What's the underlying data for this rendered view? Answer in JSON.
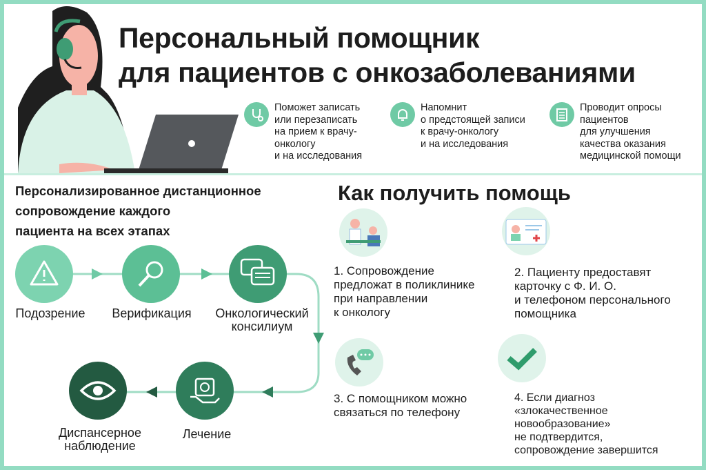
{
  "title": "Персональный помощник\nдля пациентов с онкозаболеваниями",
  "title_lines": [
    "Персональный помощник",
    "для пациентов с онкозаболеваниями"
  ],
  "features": [
    {
      "icon": "stethoscope-icon",
      "text": "Поможет записать\nили перезаписать\nна прием к врачу-\nонкологу\nи на исследования"
    },
    {
      "icon": "bell-icon",
      "text": "Напомнит\nо предстоящей записи\nк врачу-онкологу\nи на исследования"
    },
    {
      "icon": "clipboard-icon",
      "text": "Проводит опросы\nпациентов\nдля улучшения\nкачества оказания\nмедицинской помощи"
    }
  ],
  "subtitle": "Персонализированное дистанционное\nсопровождение каждого\nпациента на всех этапах",
  "steps": [
    {
      "label": "Подозрение",
      "icon": "warning-icon",
      "color": "#7dd3b0"
    },
    {
      "label": "Верификация",
      "icon": "magnifier-icon",
      "color": "#5cbf95"
    },
    {
      "label": "Онкологический\nконсилиум",
      "icon": "chat-bubbles-icon",
      "color": "#3f9c74"
    },
    {
      "label": "Лечение",
      "icon": "medical-kit-icon",
      "color": "#2f7d5b"
    },
    {
      "label": "Диспансерное\nнаблюдение",
      "icon": "eye-icon",
      "color": "#235a41"
    }
  ],
  "howto_title": "Как получить помощь",
  "howto": [
    {
      "text": "1. Сопровождение\nпредложат в поликлинике\nпри направлении\nк онкологу",
      "icon": "doctor-patient-icon"
    },
    {
      "text": "2. Пациенту предоставят\nкарточку с Ф. И. О.\nи телефоном персонального\nпомощника",
      "icon": "id-card-icon"
    },
    {
      "text": "3. С помощником можно\nсвязаться по телефону",
      "icon": "phone-icon"
    },
    {
      "text": "4. Если диагноз\n«злокачественное\nновообразование»\nне подтвердится,\nсопровождение завершится",
      "icon": "checkmark-icon"
    }
  ]
}
